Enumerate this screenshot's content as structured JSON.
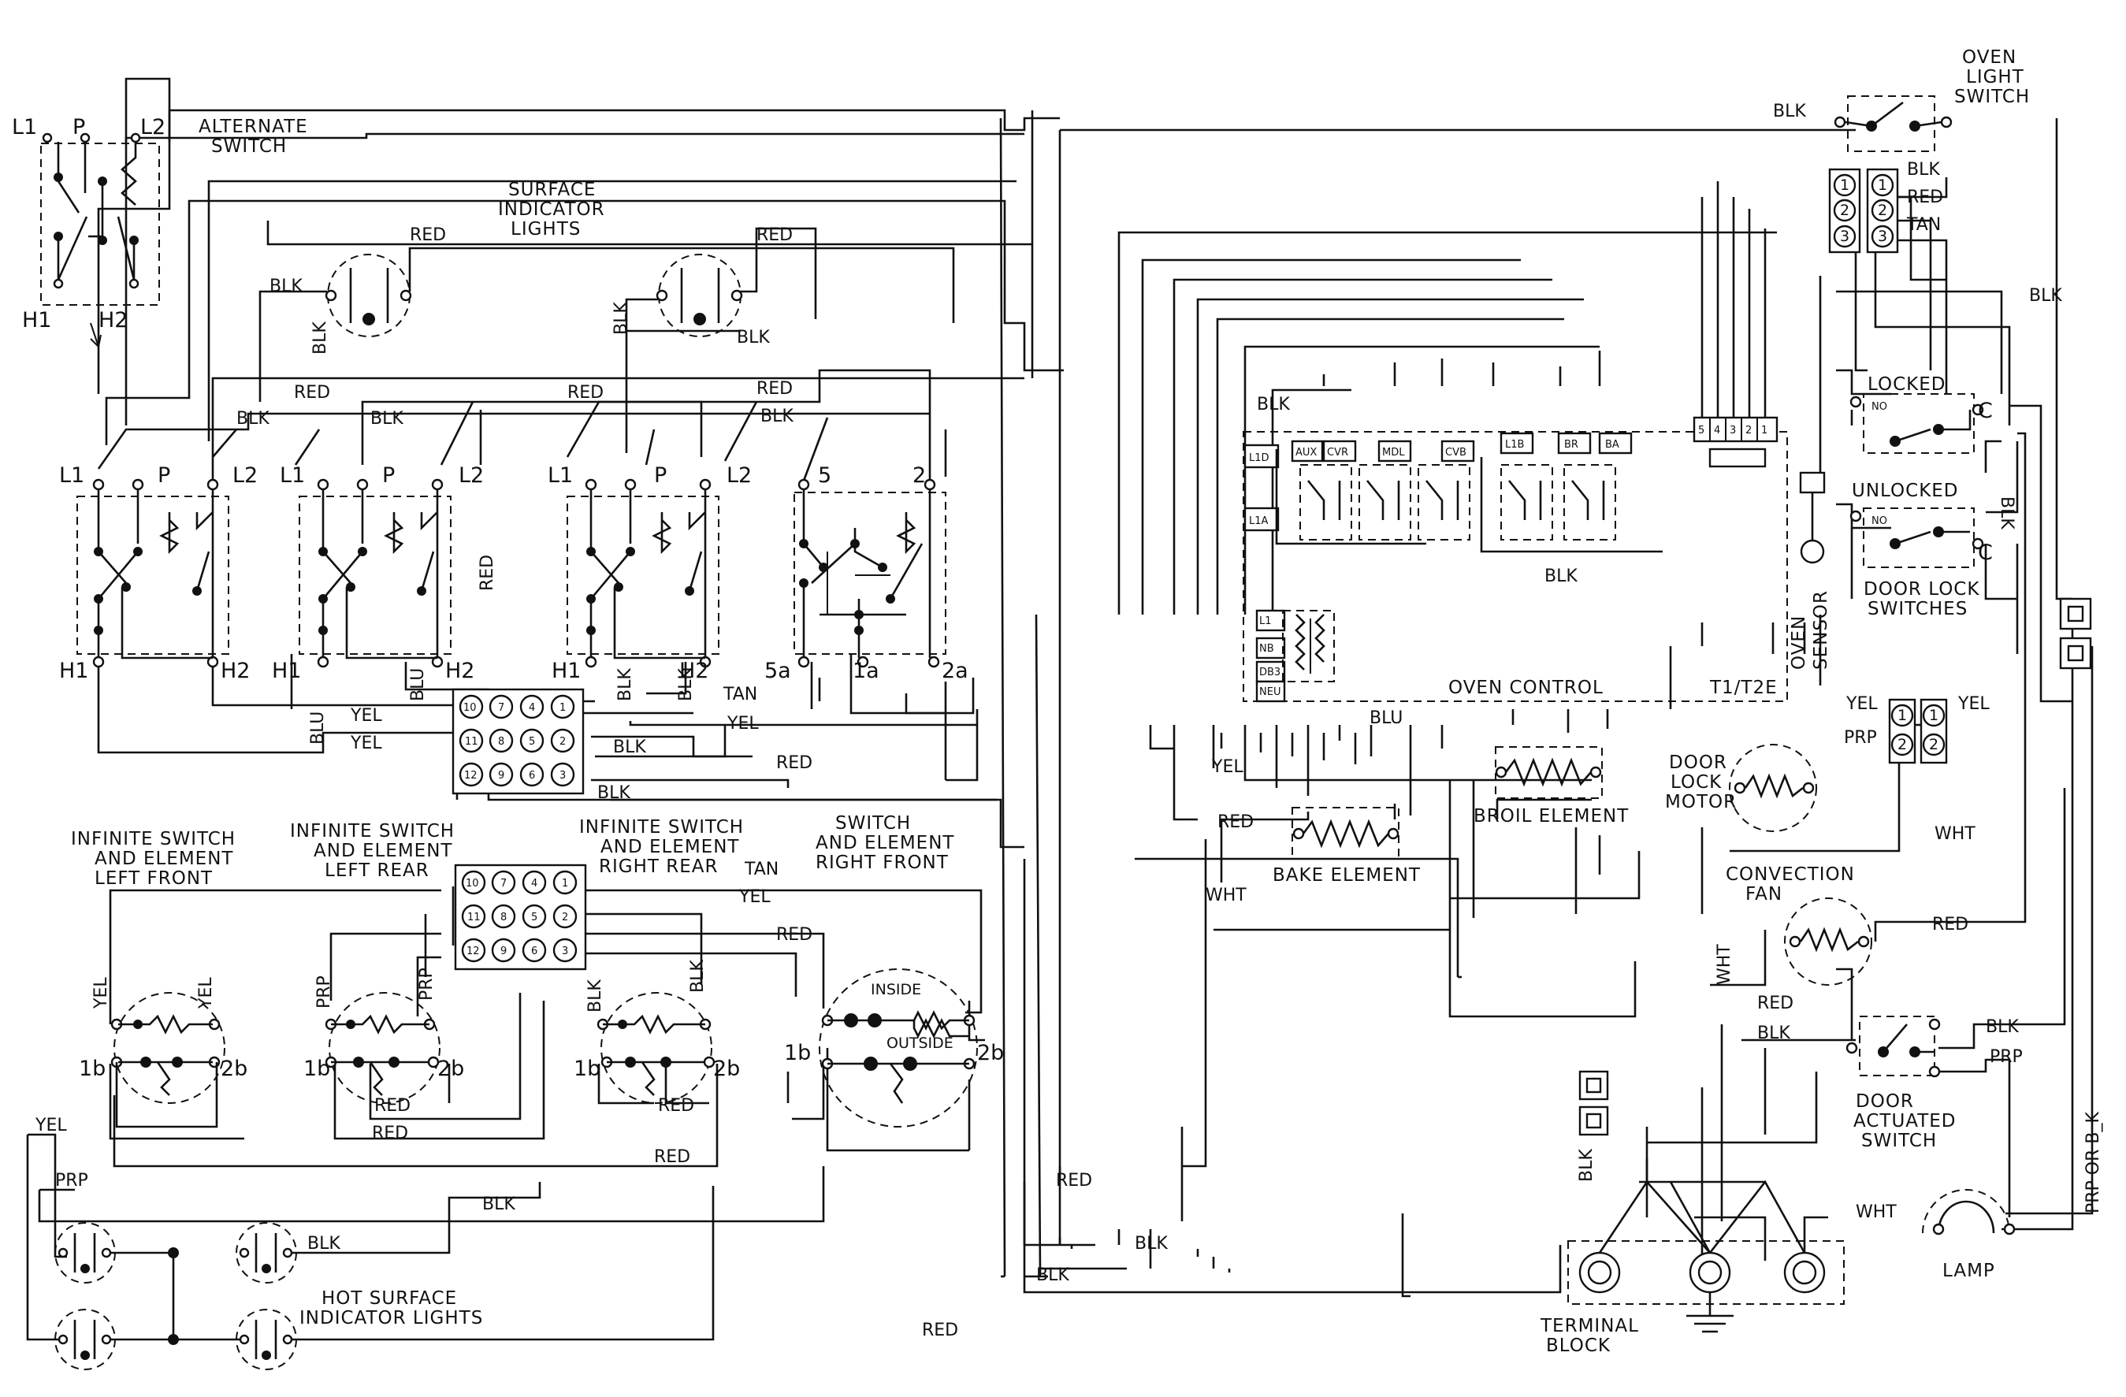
{
  "labels": {
    "alternate_switch": [
      "ALTERNATE",
      "SWITCH"
    ],
    "surface_indicator_lights": [
      "SURFACE",
      "INDICATOR",
      "LIGHTS"
    ],
    "oven_light_switch": [
      "OVEN",
      "LIGHT",
      "SWITCH"
    ],
    "infinite_switches": [
      [
        "INFINITE SWITCH",
        "AND ELEMENT",
        "LEFT FRONT"
      ],
      [
        "INFINITE SWITCH",
        "AND ELEMENT",
        "LEFT REAR"
      ],
      [
        "INFINITE SWITCH",
        "AND ELEMENT",
        "RIGHT REAR"
      ],
      [
        "SWITCH",
        "AND ELEMENT",
        "RIGHT FRONT"
      ]
    ],
    "hot_surface_indicator_lights": [
      "HOT SURFACE",
      "INDICATOR LIGHTS"
    ],
    "oven_control": "OVEN CONTROL",
    "t1_t2e": "T1/T2E",
    "oven_sensor": [
      "OVEN",
      "SENSOR"
    ],
    "locked": "LOCKED",
    "unlocked": "UNLOCKED",
    "door_lock_switches": [
      "DOOR LOCK",
      "SWITCHES"
    ],
    "door_lock_motor": [
      "DOOR",
      "LOCK",
      "MOTOR"
    ],
    "broil_element": "BROIL ELEMENT",
    "bake_element": "BAKE ELEMENT",
    "convection_fan": [
      "CONVECTION",
      "FAN"
    ],
    "door_actuated_switch": [
      "DOOR",
      "ACTUATED",
      "SWITCH"
    ],
    "lamp": "LAMP",
    "terminal_block": [
      "TERMINAL",
      "BLOCK"
    ],
    "inside": "INSIDE",
    "outside": "OUTSIDE",
    "no": "NO",
    "c": "C"
  },
  "terminals": {
    "l1": "L1",
    "l2": "L2",
    "p": "P",
    "h1": "H1",
    "h2": "H2",
    "t5": "5",
    "t2": "2",
    "t5a": "5a",
    "t1a": "1a",
    "t2a": "2a",
    "t1b": "1b",
    "t2b": "2b"
  },
  "relay_labels": {
    "l1d": "L1D",
    "aux": "AUX",
    "cvr": "CVR",
    "mdl": "MDL",
    "cvb": "CVB",
    "l1b": "L1B",
    "br": "BR",
    "ba": "BA",
    "l1": "L1",
    "nb": "NB",
    "neu": "NEU",
    "t1a": "L1A",
    "cpu": "DB3"
  },
  "connector_pins": [
    "10",
    "7",
    "4",
    "1",
    "11",
    "8",
    "5",
    "2",
    "12",
    "9",
    "6",
    "3"
  ],
  "side_pins": [
    "1",
    "2",
    "3"
  ],
  "sensor_pins": [
    "5",
    "4",
    "3",
    "2",
    "1"
  ],
  "wire_colors": {
    "blk": "BLK",
    "red": "RED",
    "yel": "YEL",
    "blu": "BLU",
    "tan": "TAN",
    "prp": "PRP",
    "wht": "WHT",
    "prp_or_blk": "PRP OR B_K"
  }
}
